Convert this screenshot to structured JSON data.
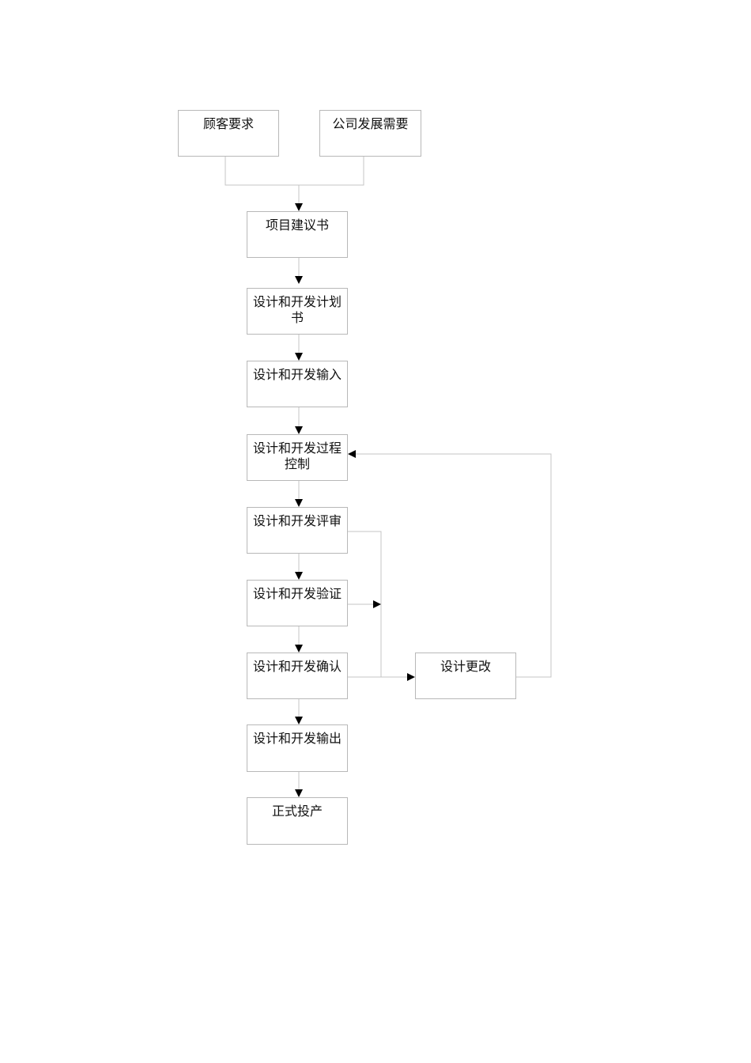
{
  "diagram": {
    "nodes": {
      "customer_req": "顾客要求",
      "company_dev": "公司发展需要",
      "proposal": "项目建议书",
      "plan": "设计和开发计划书",
      "input": "设计和开发输入",
      "process_ctrl": "设计和开发过程控制",
      "review": "设计和开发评审",
      "verify": "设计和开发验证",
      "validate": "设计和开发确认",
      "output": "设计和开发输出",
      "production": "正式投产",
      "change": "设计更改"
    }
  }
}
